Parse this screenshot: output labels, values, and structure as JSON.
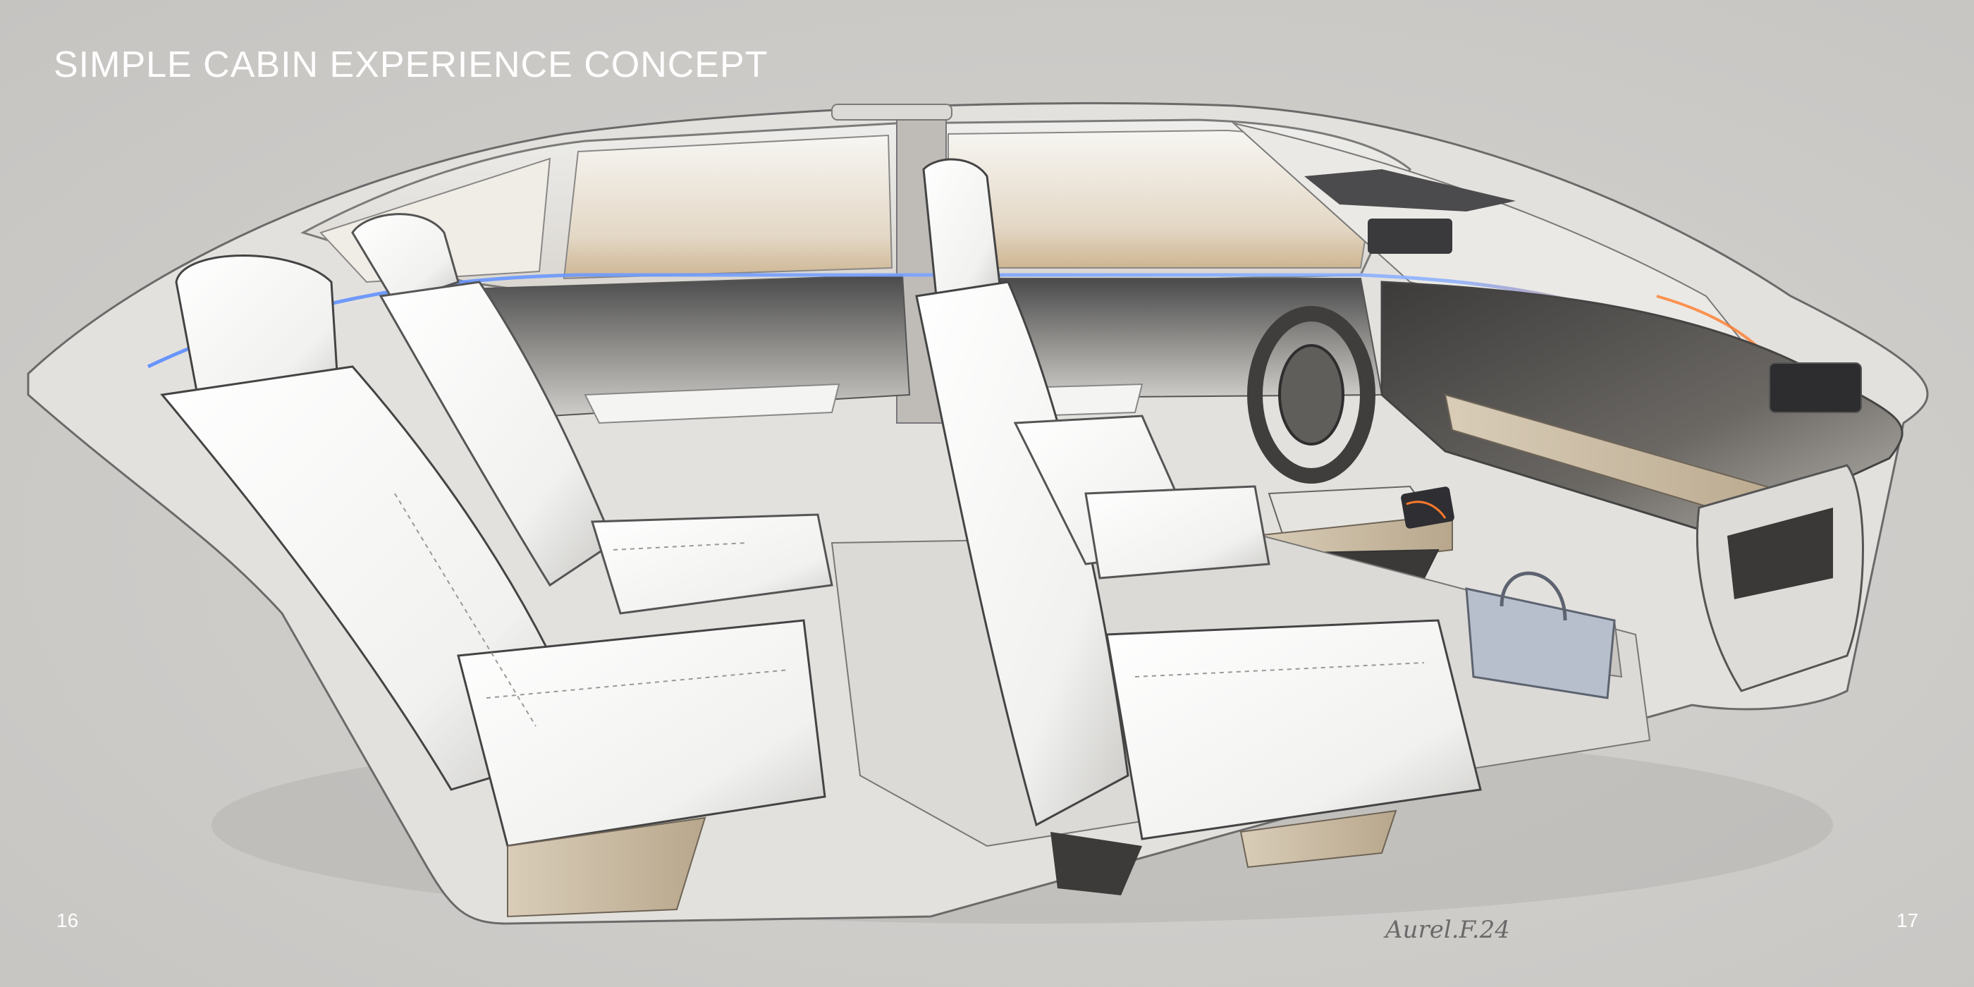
{
  "page": {
    "title": "SIMPLE CABIN EXPERIENCE CONCEPT",
    "left_page_number": "16",
    "right_page_number": "17"
  },
  "illustration": {
    "signature": "Aurel.F.24"
  },
  "colors": {
    "background": "#cfcdca",
    "title_text": "#ffffff",
    "seat": "#f6f6f4",
    "ambient_light": "#5a8cff",
    "accent_light": "#ff7a2a",
    "wood_trim": "#c8b9a0"
  }
}
